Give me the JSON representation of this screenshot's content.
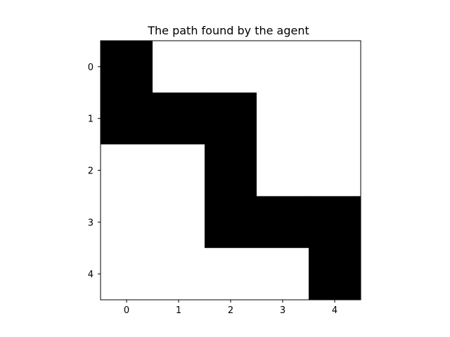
{
  "chart_data": {
    "type": "heatmap",
    "title": "The path found by the agent",
    "xlabel": "",
    "ylabel": "",
    "x_ticks": [
      "0",
      "1",
      "2",
      "3",
      "4"
    ],
    "y_ticks": [
      "0",
      "1",
      "2",
      "3",
      "4"
    ],
    "grid": false,
    "colormap": {
      "0": "#ffffff",
      "1": "#000000"
    },
    "values": [
      [
        1,
        0,
        0,
        0,
        0
      ],
      [
        1,
        1,
        1,
        0,
        0
      ],
      [
        0,
        0,
        1,
        0,
        0
      ],
      [
        0,
        0,
        1,
        1,
        1
      ],
      [
        0,
        0,
        0,
        0,
        1
      ]
    ]
  }
}
